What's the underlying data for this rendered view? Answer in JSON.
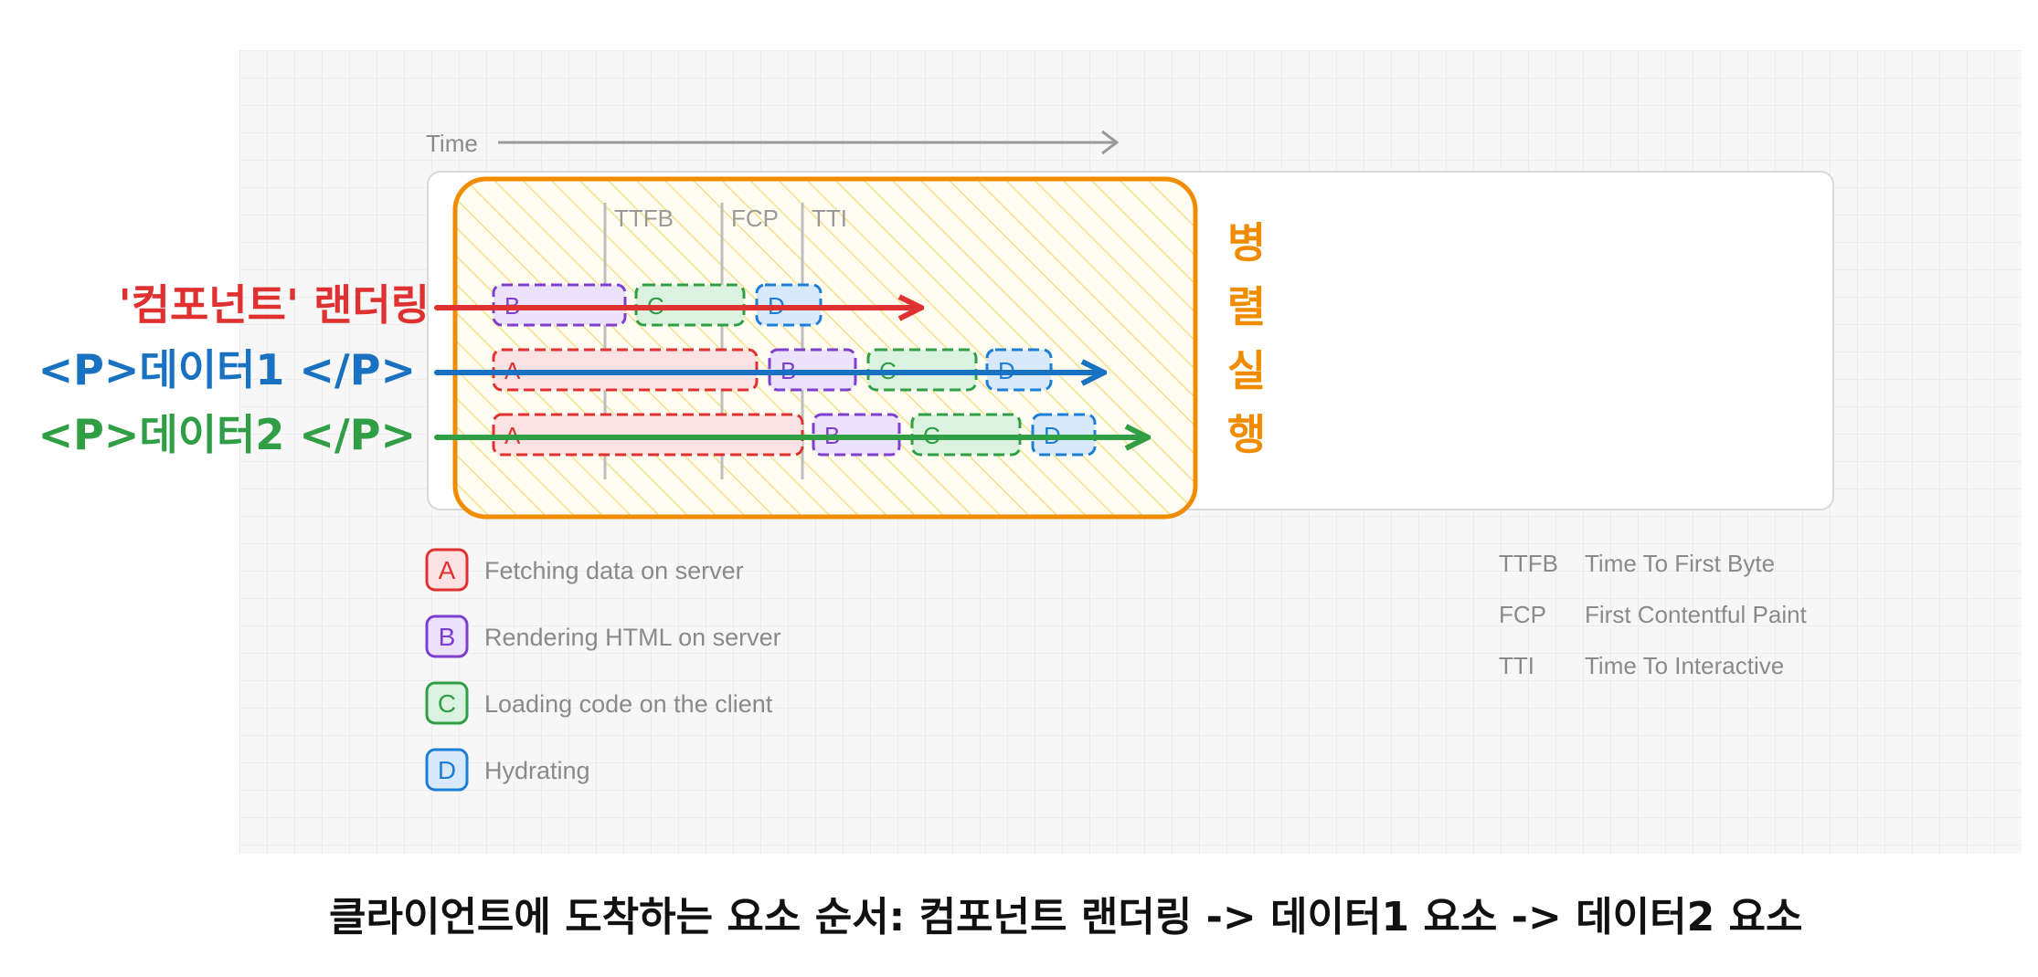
{
  "time_label": "Time",
  "milestones": [
    {
      "key": "ttfb",
      "label": "TTFB"
    },
    {
      "key": "fcp",
      "label": "FCP"
    },
    {
      "key": "tti",
      "label": "TTI"
    }
  ],
  "rows": [
    {
      "key": "component",
      "label": "'컴포넌트' 랜더링",
      "color": "#e03131",
      "blocks": [
        {
          "letter": "B",
          "stage": "B"
        },
        {
          "letter": "C",
          "stage": "C"
        },
        {
          "letter": "D",
          "stage": "D"
        }
      ]
    },
    {
      "key": "data1",
      "label": "<P>데이터1 </P>",
      "color": "#1971c2",
      "blocks": [
        {
          "letter": "A",
          "stage": "A"
        },
        {
          "letter": "B",
          "stage": "B"
        },
        {
          "letter": "C",
          "stage": "C"
        },
        {
          "letter": "D",
          "stage": "D"
        }
      ]
    },
    {
      "key": "data2",
      "label": "<P>데이터2 </P>",
      "color": "#2f9e44",
      "blocks": [
        {
          "letter": "A",
          "stage": "A"
        },
        {
          "letter": "B",
          "stage": "B"
        },
        {
          "letter": "C",
          "stage": "C"
        },
        {
          "letter": "D",
          "stage": "D"
        }
      ]
    }
  ],
  "parallel_label": [
    "병",
    "렬",
    "실",
    "행"
  ],
  "legend": [
    {
      "letter": "A",
      "text": "Fetching data on server"
    },
    {
      "letter": "B",
      "text": "Rendering HTML on server"
    },
    {
      "letter": "C",
      "text": "Loading code on the client"
    },
    {
      "letter": "D",
      "text": "Hydrating"
    }
  ],
  "abbreviations": [
    {
      "abbr": "TTFB",
      "full": "Time To First Byte"
    },
    {
      "abbr": "FCP",
      "full": "First Contentful Paint"
    },
    {
      "abbr": "TTI",
      "full": "Time To Interactive"
    }
  ],
  "caption": "클라이언트에 도착하는 요소 순서: 컴포넌트 랜더링 -> 데이터1 요소 -> 데이터2 요소",
  "colors": {
    "A": {
      "stroke": "#e03131",
      "fill": "#fde2e4"
    },
    "B": {
      "stroke": "#7e3fce",
      "fill": "#ede2fb"
    },
    "C": {
      "stroke": "#2f9e44",
      "fill": "#dcf2e0"
    },
    "D": {
      "stroke": "#1c7ed6",
      "fill": "#d8e9fb"
    },
    "parallel": "#f08c00",
    "hatch": "#f5e08a",
    "muted_text": "#8a8a8a"
  }
}
